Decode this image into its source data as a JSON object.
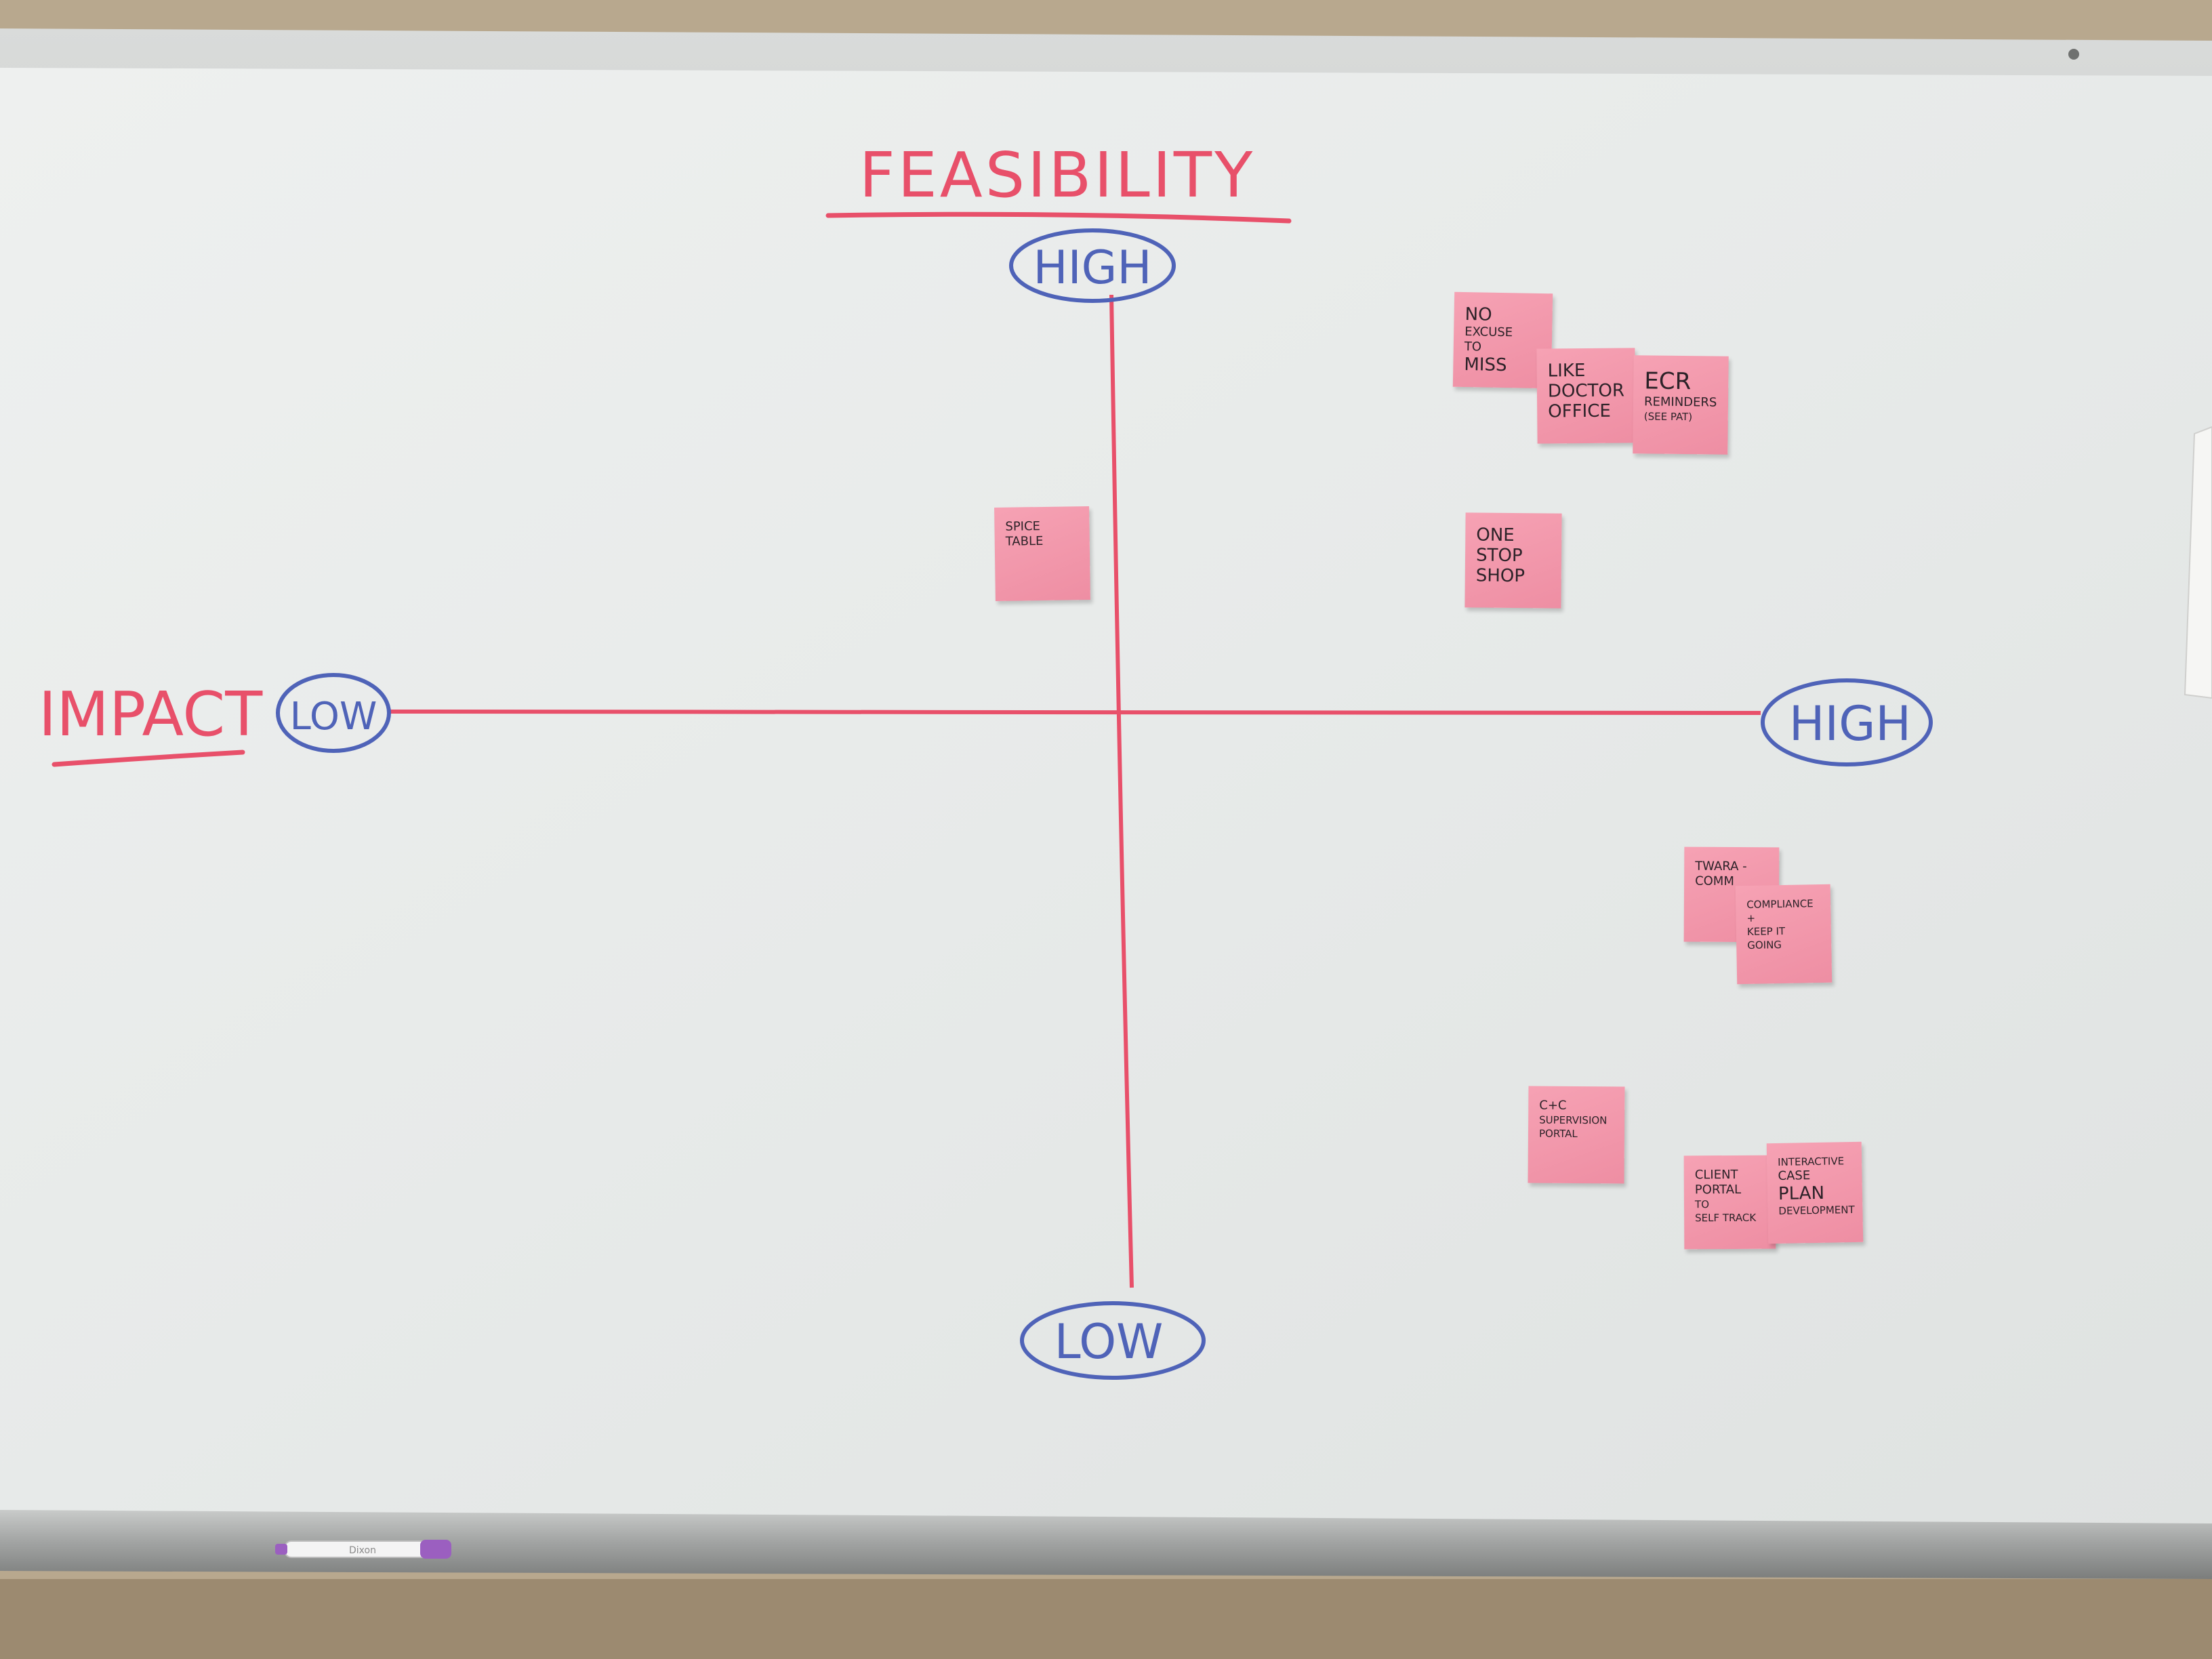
{
  "board": {
    "title": "FEASIBILITY",
    "vertical_axis": {
      "top_label": "HIGH",
      "bottom_label": "LOW"
    },
    "horizontal_axis": {
      "name": "IMPACT",
      "left_label": "LOW",
      "right_label": "HIGH"
    },
    "colors": {
      "marker_red": "#e8506a",
      "marker_blue": "#4f63b8",
      "sticky_note": "#f29aae"
    }
  },
  "notes": [
    {
      "lines": [
        "NO",
        "EXCUSE",
        "TO",
        "MISS"
      ]
    },
    {
      "lines": [
        "LIKE",
        "DOCTOR",
        "OFFICE"
      ]
    },
    {
      "lines": [
        "ECR",
        "REMINDERS",
        "(SEE PAT)"
      ]
    },
    {
      "lines": [
        "SPICE",
        "TABLE"
      ]
    },
    {
      "lines": [
        "ONE",
        "STOP",
        "SHOP"
      ]
    },
    {
      "lines": [
        "TWARA -",
        "COMM"
      ]
    },
    {
      "lines": [
        "COMPLIANCE",
        "+",
        "KEEP IT",
        "GOING"
      ]
    },
    {
      "lines": [
        "C+C",
        "SUPERVISION",
        "PORTAL"
      ]
    },
    {
      "lines": [
        "CLIENT",
        "PORTAL",
        "TO",
        "SELF TRACK"
      ]
    },
    {
      "lines": [
        "INTERACTIVE",
        "CASE",
        "PLAN",
        "DEVELOPMENT"
      ]
    }
  ],
  "marker_tray": {
    "marker_label": "Dixon"
  }
}
